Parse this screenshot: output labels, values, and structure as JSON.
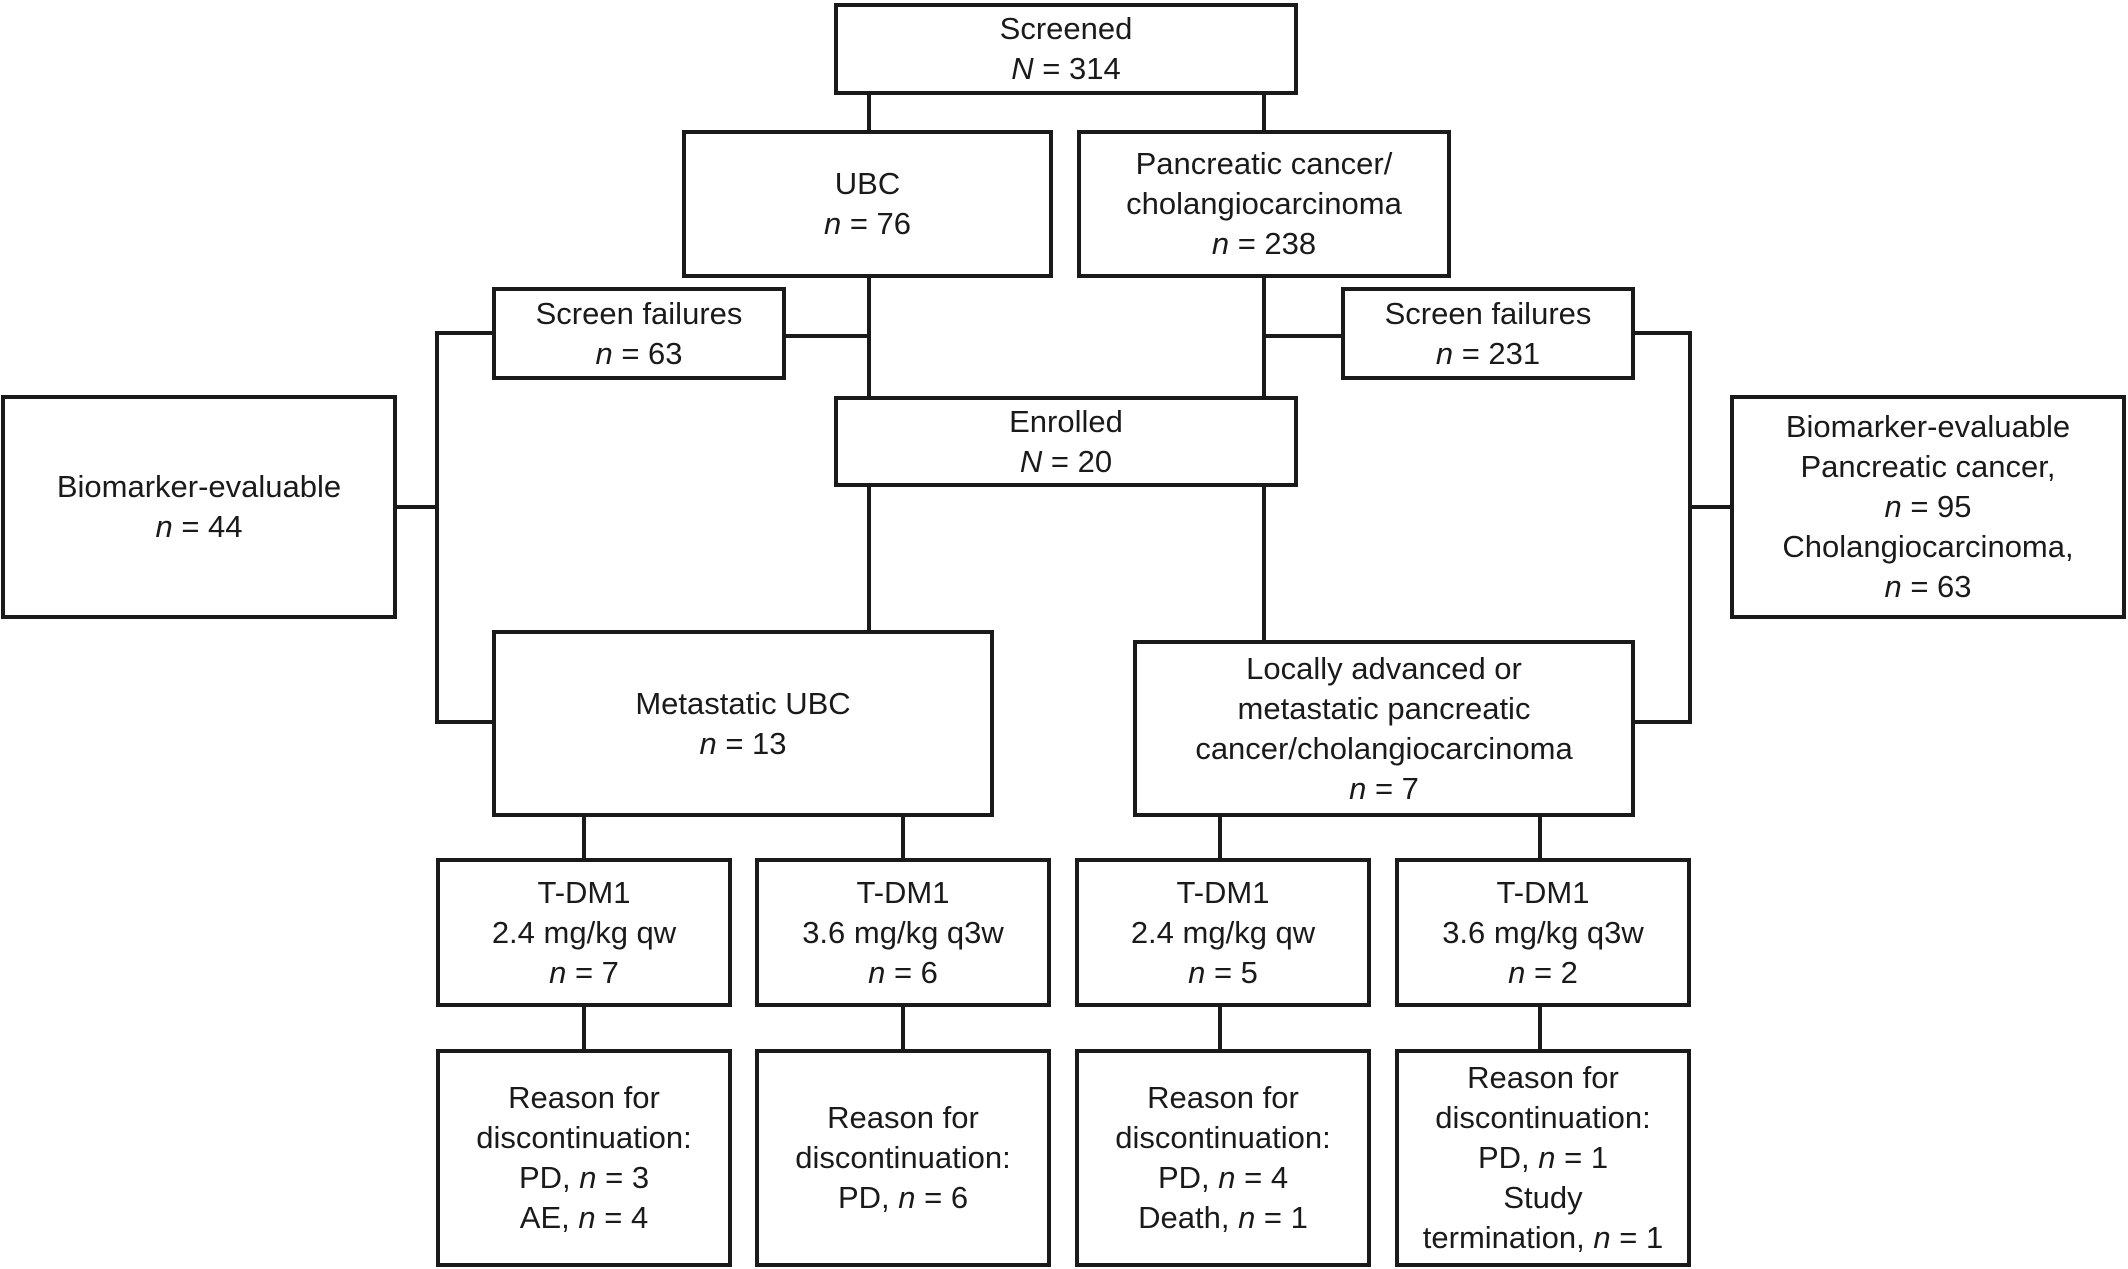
{
  "colors": {
    "line": "#1a1a1a",
    "box_border": "#1a1a1a",
    "background": "#ffffff"
  },
  "screened": {
    "label": "Screened",
    "n_var": "N",
    "n_rest": " = 314"
  },
  "ubc": {
    "label": "UBC",
    "n_var": "n",
    "n_rest": " = 76"
  },
  "pancreatic": {
    "line1": "Pancreatic cancer/",
    "line2": "cholangiocarcinoma",
    "n_var": "n",
    "n_rest": " = 238"
  },
  "screen_fail_left": {
    "label": "Screen failures",
    "n_var": "n",
    "n_rest": " = 63"
  },
  "screen_fail_right": {
    "label": "Screen failures",
    "n_var": "n",
    "n_rest": " = 231"
  },
  "enrolled": {
    "label": "Enrolled",
    "n_var": "N",
    "n_rest": " = 20"
  },
  "biomarker_left": {
    "label": "Biomarker-evaluable",
    "n_var": "n",
    "n_rest": " = 44"
  },
  "biomarker_right": {
    "line1": "Biomarker-evaluable",
    "line2": "Pancreatic cancer,",
    "n1_var": "n",
    "n1_rest": " = 95",
    "line4": "Cholangiocarcinoma,",
    "n2_var": "n",
    "n2_rest": " = 63"
  },
  "metastatic_ubc": {
    "label": "Metastatic UBC",
    "n_var": "n",
    "n_rest": " = 13"
  },
  "locally_advanced": {
    "line1": "Locally advanced or",
    "line2": "metastatic pancreatic",
    "line3": "cancer/cholangiocarcinoma",
    "n_var": "n",
    "n_rest": " = 7"
  },
  "arms": [
    {
      "drug": "T-DM1",
      "dose": "2.4 mg/kg qw",
      "n_var": "n",
      "n_rest": " = 7"
    },
    {
      "drug": "T-DM1",
      "dose": "3.6 mg/kg q3w",
      "n_var": "n",
      "n_rest": " = 6"
    },
    {
      "drug": "T-DM1",
      "dose": "2.4 mg/kg qw",
      "n_var": "n",
      "n_rest": " = 5"
    },
    {
      "drug": "T-DM1",
      "dose": "3.6 mg/kg q3w",
      "n_var": "n",
      "n_rest": " = 2"
    }
  ],
  "reasons": [
    {
      "line1": "Reason for",
      "line2": "discontinuation:",
      "r1_pre": "PD, ",
      "r1_var": "n",
      "r1_rest": " = 3",
      "r2_pre": "AE, ",
      "r2_var": "n",
      "r2_rest": " = 4"
    },
    {
      "line1": "Reason for",
      "line2": "discontinuation:",
      "r1_pre": "PD, ",
      "r1_var": "n",
      "r1_rest": " = 6"
    },
    {
      "line1": "Reason for",
      "line2": "discontinuation:",
      "r1_pre": "PD, ",
      "r1_var": "n",
      "r1_rest": " = 4",
      "r2_pre": "Death, ",
      "r2_var": "n",
      "r2_rest": " = 1"
    },
    {
      "line1": "Reason for",
      "line2": "discontinuation:",
      "r1_pre": "PD, ",
      "r1_var": "n",
      "r1_rest": " = 1",
      "r2_line": "Study",
      "r3_pre": "termination, ",
      "r3_var": "n",
      "r3_rest": " = 1"
    }
  ]
}
